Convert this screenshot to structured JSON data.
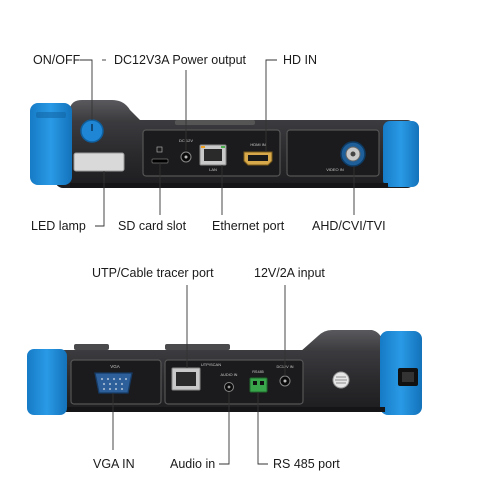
{
  "top_device": {
    "labels": {
      "on_off": "ON/OFF",
      "power_output": "DC12V3A Power output",
      "hd_in": "HD IN",
      "led_lamp": "LED lamp",
      "sd_card_slot": "SD card slot",
      "ethernet_port": "Ethernet port",
      "ahd_cvi_tvi": "AHD/CVI/TVI"
    },
    "port_text": {
      "dc": "DC 12V",
      "lan": "LAN",
      "hdmi": "HDMI IN",
      "bnc": "VIDEO IN"
    }
  },
  "bottom_device": {
    "labels": {
      "utp_tracer": "UTP/Cable tracer port",
      "input_12v": "12V/2A input",
      "vga_in": "VGA IN",
      "audio_in": "Audio in",
      "rs485": "RS 485 port"
    },
    "port_text": {
      "vga": "VGA",
      "utp": "UTP/SCAN",
      "audio": "AUDIO IN",
      "rs": "RS485",
      "dc": "DC12V IN"
    }
  },
  "colors": {
    "bumper": "#1e8ad6",
    "bumper_dark": "#0f5f9e",
    "body": "#2b2b2e",
    "panel": "#1b1b1d",
    "button": "#1e86d4",
    "led": "#d9d9d9",
    "rs485_green": "#3aa64c",
    "leader_line": "#333333"
  }
}
